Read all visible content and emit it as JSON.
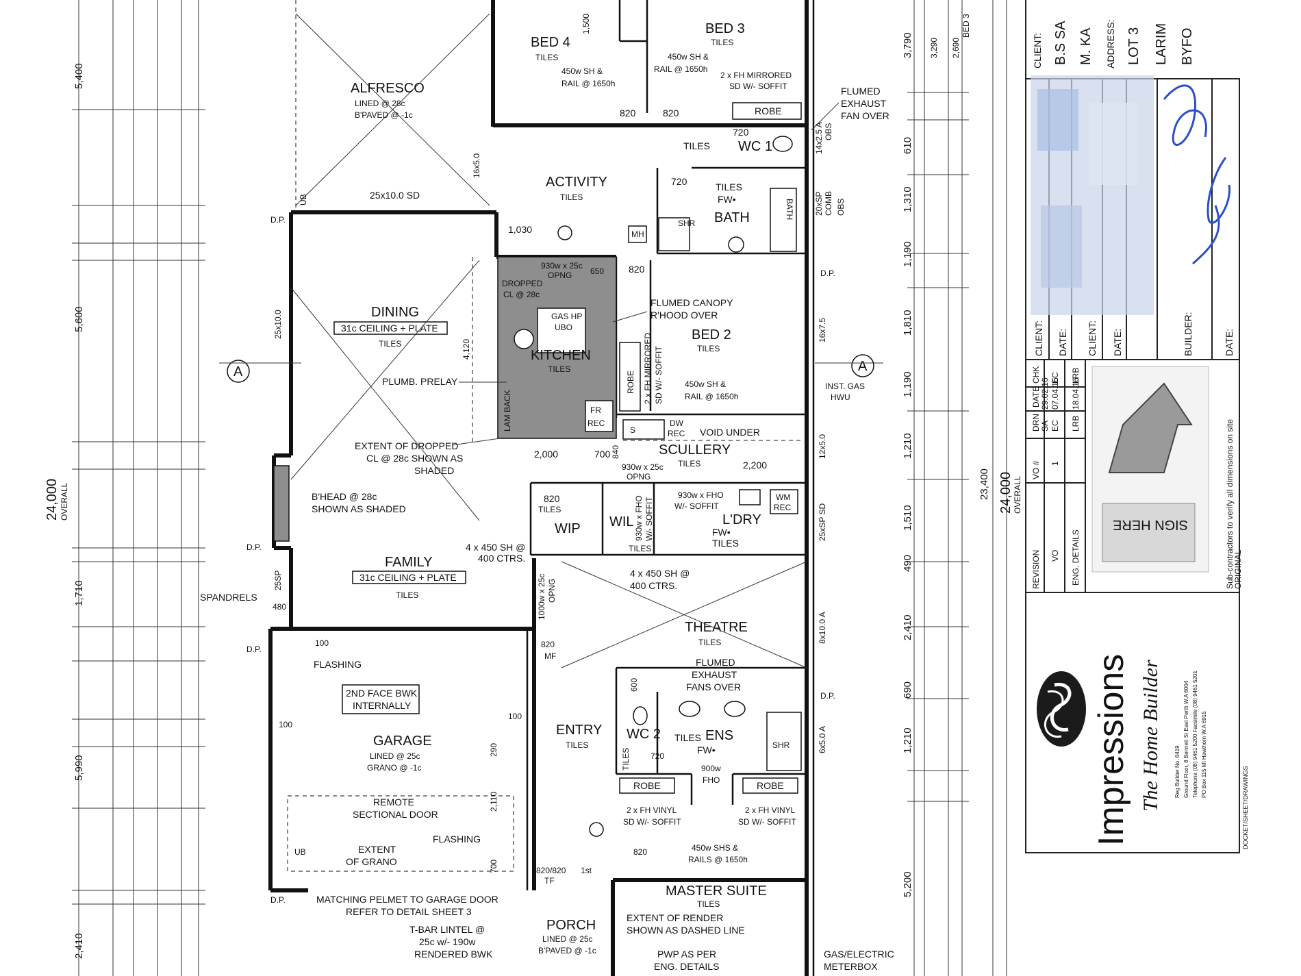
{
  "rooms": {
    "alfresco": {
      "name": "ALFRESCO",
      "note1": "LINED @ 28c",
      "note2": "B'PAVED @ -1c"
    },
    "bed4": {
      "name": "BED 4",
      "finish": "TILES",
      "robe_note1": "450w SH &",
      "robe_note2": "RAIL @ 1650h"
    },
    "bed3": {
      "name": "BED 3",
      "finish": "TILES",
      "robe_note1": "450w SH &",
      "robe_note2": "RAIL @ 1650h",
      "wardrobe1": "2 x FH MIRRORED",
      "wardrobe2": "SD W/- SOFFIT",
      "robe": "ROBE"
    },
    "activity": {
      "name": "ACTIVITY",
      "finish": "TILES"
    },
    "wc1": {
      "name": "WC 1",
      "finish": "TILES"
    },
    "bath": {
      "name": "BATH",
      "finish": "TILES",
      "fw": "FW•",
      "shr": "SHR",
      "bath_tag": "BATH"
    },
    "dining": {
      "name": "DINING",
      "ceiling": "31c CEILING + PLATE",
      "finish": "TILES"
    },
    "kitchen": {
      "name": "KITCHEN",
      "finish": "TILES",
      "dropped": "DROPPED",
      "dropped2": "CL @ 28c",
      "gas": "GAS HP",
      "ubo": "UBO",
      "lam": "LAM BACK",
      "fr": "FR",
      "rec": "REC",
      "opng": "930w x 25c",
      "opng2": "OPNG"
    },
    "bed2": {
      "name": "BED 2",
      "finish": "TILES",
      "robe": "ROBE",
      "wardrobe1": "2 x FH MIRRORED",
      "wardrobe2": "SD W/- SOFFIT",
      "robe_note1": "450w SH &",
      "robe_note2": "RAIL @ 1650h"
    },
    "scullery": {
      "name": "SCULLERY",
      "finish": "TILES",
      "dw": "DW",
      "rec": "REC",
      "void": "VOID UNDER"
    },
    "wip": {
      "name": "WIP"
    },
    "wil": {
      "name": "WIL",
      "finish": "TILES"
    },
    "laundry": {
      "name": "L'DRY",
      "finish": "TILES",
      "fw": "FW•",
      "wm": "WM",
      "rec": "REC"
    },
    "family": {
      "name": "FAMILY",
      "ceiling": "31c CEILING + PLATE",
      "finish": "TILES"
    },
    "theatre": {
      "name": "THEATRE",
      "finish": "TILES",
      "fans1": "FLUMED",
      "fans2": "EXHAUST",
      "fans3": "FANS OVER"
    },
    "garage": {
      "name": "GARAGE",
      "note1": "LINED @ 25c",
      "note2": "GRANO @ -1c",
      "bwk1": "2ND FACE BWK",
      "bwk2": "INTERNALLY",
      "door1": "REMOTE",
      "door2": "SECTIONAL DOOR",
      "extent1": "EXTENT",
      "extent2": "OF GRANO",
      "flashing": "FLASHING"
    },
    "entry": {
      "name": "ENTRY",
      "finish": "TILES",
      "mf": "MF"
    },
    "wc2": {
      "name": "WC 2",
      "tiles": "TILES"
    },
    "ens": {
      "name": "ENS",
      "finish": "TILES",
      "fw": "FW•",
      "fho1": "900w",
      "fho2": "FHO",
      "shr": "SHR"
    },
    "master": {
      "name": "MASTER SUITE",
      "finish": "TILES",
      "robe": "ROBE",
      "vinyl1": "2 x FH VINYL",
      "vinyl2": "SD W/- SOFFIT",
      "rails1": "450w SHS &",
      "rails2": "RAILS @ 1650h",
      "render1": "EXTENT OF RENDER",
      "render2": "SHOWN AS DASHED LINE",
      "pwp1": "PWP AS PER",
      "pwp2": "ENG. DETAILS"
    },
    "porch": {
      "name": "PORCH",
      "note1": "LINED @ 25c",
      "note2": "B'PAVED @ -1c"
    }
  },
  "notes": {
    "flumed_exhaust1": "FLUMED",
    "flumed_exhaust2": "EXHAUST",
    "flumed_exhaust3": "FAN OVER",
    "canopy1": "FLUMED CANOPY",
    "canopy2": "R'HOOD OVER",
    "plumb": "PLUMB. PRELAY",
    "extent1": "EXTENT OF DROPPED",
    "extent2": "CL @ 28c SHOWN AS",
    "extent3": "SHADED",
    "bhead1": "B'HEAD @ 28c",
    "bhead2": "SHOWN AS SHADED",
    "spandrels": "SPANDRELS",
    "flashing": "FLASHING",
    "sh4a": "4 x 450 SH @",
    "sh4b": "400 CTRS.",
    "opng1000a": "1000w x 25c",
    "opng1000b": "OPNG",
    "fho930a": "930w x FHO",
    "fho930b": "W/- SOFFIT",
    "inst_gas1": "INST. GAS",
    "inst_gas2": "HWU",
    "pelmet1": "MATCHING PELMET TO GARAGE DOOR",
    "pelmet2": "REFER TO DETAIL SHEET 3",
    "tbar1": "T-BAR LINTEL @",
    "tbar2": "25c w/- 190w",
    "tbar3": "RENDERED BWK",
    "meter1": "GAS/ELECTRIC",
    "meter2": "METERBOX",
    "sd25": "25x10.0 SD",
    "b25": "25x10.0",
    "mh": "MH",
    "dp": "D.P.",
    "ub": "UB",
    "sp25": "25SP",
    "sp20": "20xSP",
    "comb": "COMB",
    "obs": "OBS",
    "first": "1st",
    "tf": "TF"
  },
  "dims": {
    "d820a": "820",
    "d820b": "820",
    "d720a": "720",
    "d720b": "720",
    "d650": "650",
    "d820c": "820",
    "d1030": "1,030",
    "d4120": "4,120",
    "d2000": "2,000",
    "d700": "700",
    "d2200": "2,200",
    "d840": "840",
    "d100a": "100",
    "d100b": "100",
    "d100c": "100",
    "d290": "290",
    "d2110": "2,110",
    "d600": "600",
    "d700b": "700",
    "d480": "480",
    "d820d": "820/820",
    "d820e": "820",
    "d1500": "1,500",
    "left1": "5,400",
    "left2": "5,600",
    "left3": "1,710",
    "left4": "5,990",
    "left5": "2,410",
    "left_overall": "24,000",
    "left_overall_label": "OVERALL",
    "right1": "3,790",
    "right2": "610",
    "right3": "1,310",
    "right4": "1,190",
    "right5": "1,810",
    "right6": "1,190",
    "right7": "1,210",
    "right8": "1,510",
    "right9": "490",
    "right10": "2,410",
    "right11": "690",
    "right12": "1,210",
    "right13": "5,200",
    "right_overall": "24,000",
    "right_overall_label": "OVERALL",
    "right_sub": "23,400",
    "right_l1": "3,290",
    "right_l2": "2,690",
    "right_bed3": "BED 3"
  },
  "wall_labels": {
    "l1": "14x2.5 A",
    "l2": "OBS",
    "l3": "20xSP",
    "l4": "16x7.5",
    "l5": "12x5.0",
    "l6": "25xSP SD",
    "l7": "8x10.0 A",
    "l8": "6x5.0 A",
    "l9": "16x5.0"
  },
  "section_marker": "A",
  "title_block": {
    "client_label": "CLIENT:",
    "client1": "B.S SA",
    "client2": "M. KA",
    "address_label": "ADDRESS:",
    "address1": "LOT 3",
    "address2": "LARIM",
    "address3": "BYFO",
    "sig_labels": [
      "CLIENT:",
      "DATE:",
      "CLIENT:",
      "DATE:",
      "BUILDER:",
      "DATE:"
    ],
    "revision_headers": [
      "REVISION",
      "VO #",
      "DRN",
      "DATE",
      "CHK"
    ],
    "revision_rows": [
      [
        "VO",
        "1",
        "EC",
        "07.04.16",
        "EC"
      ],
      [
        "ENG. DETAILS",
        "",
        "LRB",
        "18.04.16",
        "LRB"
      ],
      [
        "",
        "",
        "SA",
        "29.02.16",
        ""
      ]
    ],
    "sign_here": "SIGN HERE",
    "sub_note1": "Sub-contractors to verify all dimensions on site",
    "sub_note2": "ORIGINAL",
    "brand": "Impressions",
    "tagline": "The Home Builder",
    "addr_small1": "Reg Builder No. 6419",
    "addr_small2": "Ground Floor, 8 Bennett St East Perth W.A 6004",
    "addr_small3": "Telephone (08) 9461 5200 Facsimile (08) 9461 5201",
    "addr_small4": "PO Box 115 Mt Hawthorn W.A 6915",
    "drawing_ref": "DOCKET/SHEET/DRAWINGS"
  },
  "colors": {
    "ink": "#111111",
    "shade": "#8e8e8e",
    "pen": "#2a50c8"
  }
}
